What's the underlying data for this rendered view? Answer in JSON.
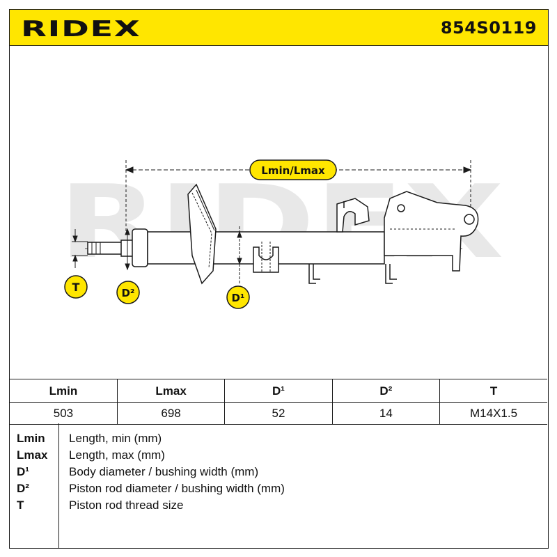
{
  "header": {
    "brand": "RIDEX",
    "part_number": "854S0119"
  },
  "drawing": {
    "dimension_label": "Lmin/Lmax",
    "watermark": "RIDEX",
    "callouts": {
      "t": "T",
      "d2": "D²",
      "d1": "D¹"
    }
  },
  "spec_table": {
    "columns": [
      "Lmin",
      "Lmax",
      "D¹",
      "D²",
      "T"
    ],
    "values": [
      "503",
      "698",
      "52",
      "14",
      "M14X1.5"
    ]
  },
  "legend": {
    "items": [
      {
        "key": "Lmin",
        "desc": "Length, min (mm)"
      },
      {
        "key": "Lmax",
        "desc": "Length, max (mm)"
      },
      {
        "key": "D¹",
        "desc": "Body diameter / bushing width (mm)"
      },
      {
        "key": "D²",
        "desc": "Piston rod diameter / bushing width (mm)"
      },
      {
        "key": "T",
        "desc": "Piston rod thread size"
      }
    ]
  },
  "colors": {
    "brand_yellow": "#ffe600",
    "line": "#1a1a1a",
    "watermark": "#e6e6e6"
  }
}
